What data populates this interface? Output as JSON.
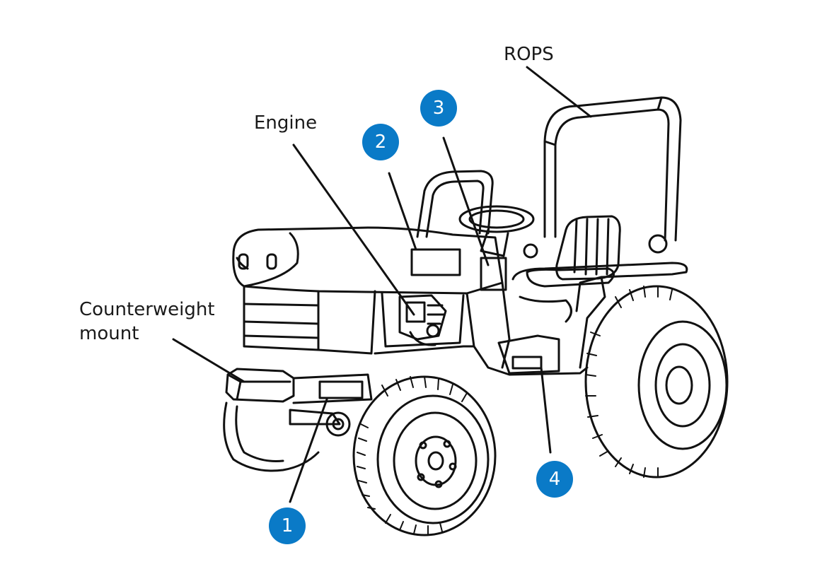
{
  "labels": {
    "rops": "ROPS",
    "engine": "Engine",
    "counterweight": "Counterweight mount"
  },
  "callouts": [
    {
      "number": "1"
    },
    {
      "number": "2"
    },
    {
      "number": "3"
    },
    {
      "number": "4"
    }
  ],
  "colors": {
    "badge": "#0a7ac7",
    "line": "#111111",
    "background": "#ffffff"
  }
}
